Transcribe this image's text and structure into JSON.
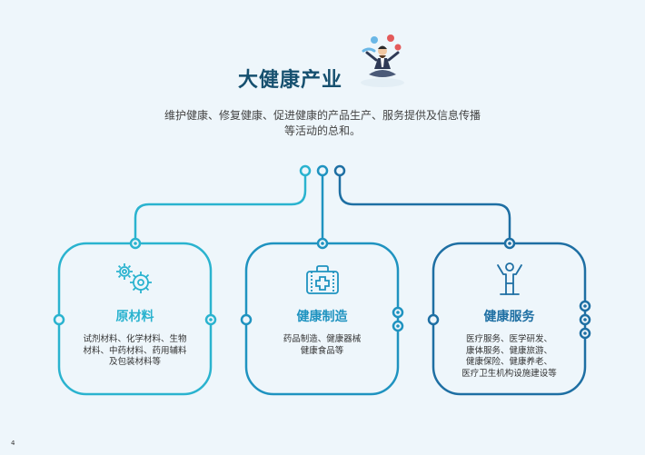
{
  "header": {
    "title": "大健康产业",
    "subtitle_lines": [
      "维护健康、修复健康、促进健康的产品生产、服务提供及信息传播",
      "等活动的总和。"
    ]
  },
  "cards": [
    {
      "title": "原材料",
      "icon": "gears-icon",
      "color": "#2ab3cf",
      "desc_lines": [
        "试剂材料、化学材料、生物",
        "材料、中药材料、药用辅料",
        "及包装材料等"
      ]
    },
    {
      "title": "健康制造",
      "icon": "medical-kit-icon",
      "color": "#1f93c0",
      "desc_lines": [
        "药品制造、健康器械",
        "健康食品等"
      ]
    },
    {
      "title": "健康服务",
      "icon": "person-raised-arms-icon",
      "color": "#1e6fa3",
      "desc_lines": [
        "医疗服务、医学研发、",
        "康体服务、健康旅游、",
        "健康保险、健康养老、",
        "医疗卫生机构设施建设等"
      ]
    }
  ],
  "page_number": "4",
  "colors": {
    "title": "#16506f",
    "background": "#eef6fb"
  }
}
